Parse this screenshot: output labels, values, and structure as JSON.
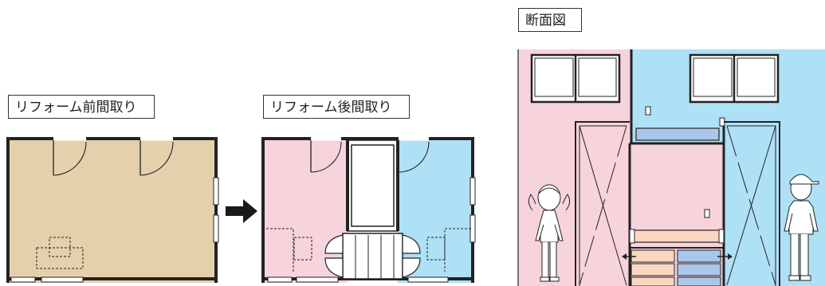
{
  "labels": {
    "before": "リフォーム前間取り",
    "after": "リフォーム後間取り",
    "section": "断面図"
  },
  "colors": {
    "beige": "#e4d1ac",
    "pink": "#f7d3dc",
    "blue": "#aee0f6",
    "orange_drawer": "#fbd7c2",
    "blue_drawer": "#a9c7ea",
    "line": "#222222"
  },
  "icons": {
    "arrow": "right-arrow-icon",
    "girl": "girl-figure",
    "boy": "boy-figure"
  }
}
